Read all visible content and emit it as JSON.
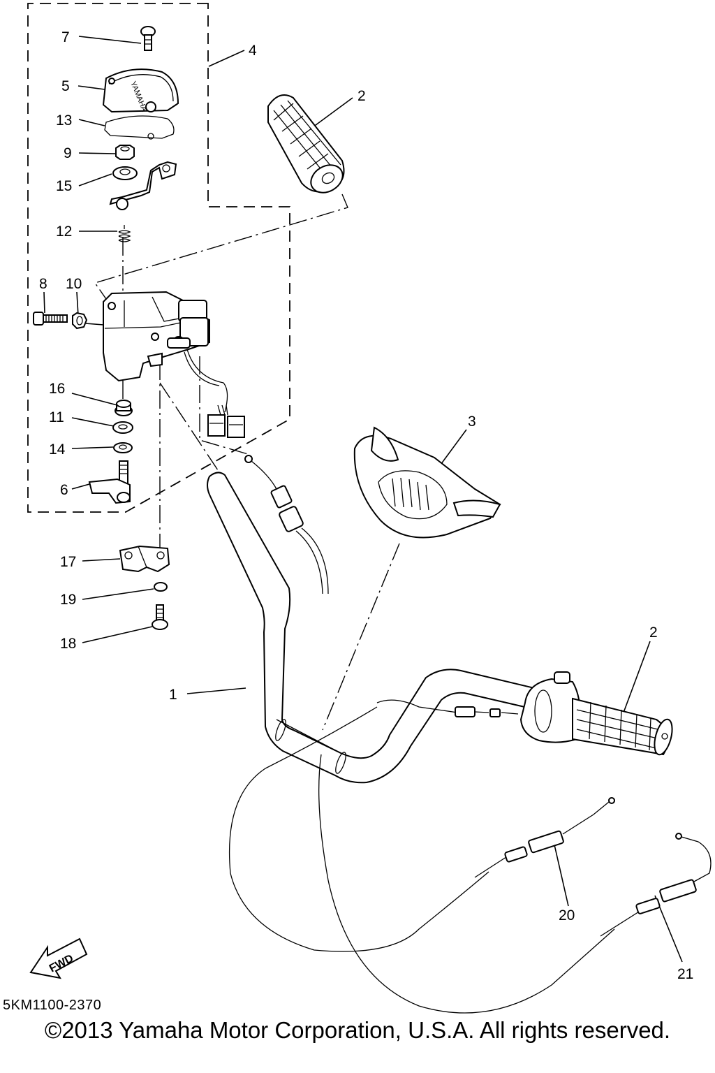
{
  "diagram": {
    "callouts": [
      {
        "id": "c7",
        "label": "7"
      },
      {
        "id": "c4",
        "label": "4"
      },
      {
        "id": "c5",
        "label": "5"
      },
      {
        "id": "c2a",
        "label": "2"
      },
      {
        "id": "c13",
        "label": "13"
      },
      {
        "id": "c9",
        "label": "9"
      },
      {
        "id": "c15",
        "label": "15"
      },
      {
        "id": "c12",
        "label": "12"
      },
      {
        "id": "c8",
        "label": "8"
      },
      {
        "id": "c10",
        "label": "10"
      },
      {
        "id": "c16",
        "label": "16"
      },
      {
        "id": "c11",
        "label": "11"
      },
      {
        "id": "c14",
        "label": "14"
      },
      {
        "id": "c6",
        "label": "6"
      },
      {
        "id": "c3",
        "label": "3"
      },
      {
        "id": "c17",
        "label": "17"
      },
      {
        "id": "c19",
        "label": "19"
      },
      {
        "id": "c18",
        "label": "18"
      },
      {
        "id": "c1",
        "label": "1"
      },
      {
        "id": "c2b",
        "label": "2"
      },
      {
        "id": "c20",
        "label": "20"
      },
      {
        "id": "c21",
        "label": "21"
      }
    ],
    "logo_text": "YAMAHA",
    "fwd_text": "FWD",
    "diagram_code": "5KM1100-2370",
    "copyright": "©2013 Yamaha Motor Corporation, U.S.A. All rights reserved."
  }
}
